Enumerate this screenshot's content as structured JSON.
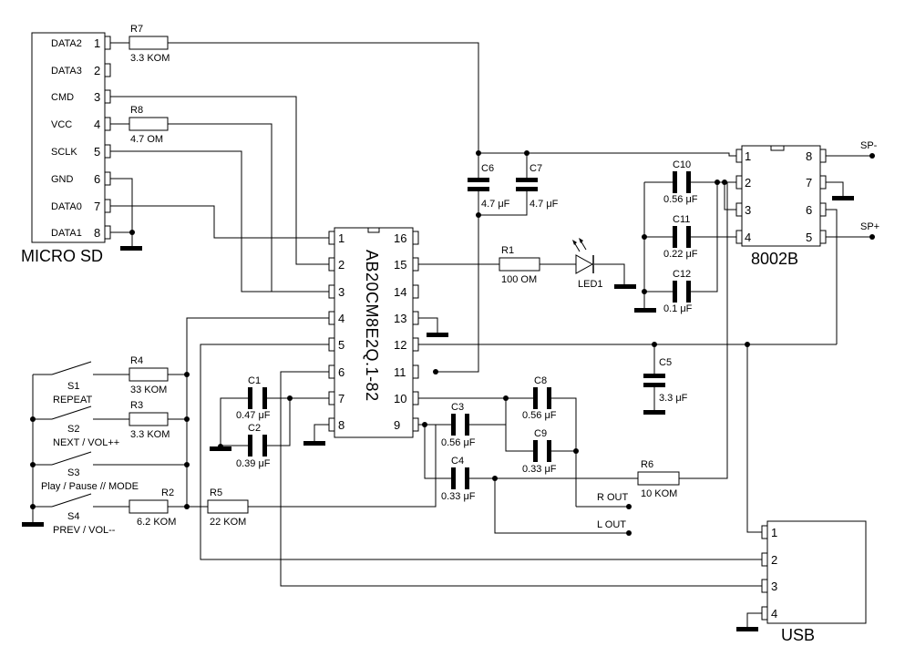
{
  "sd": {
    "title": "MICRO SD",
    "pins": [
      {
        "name": "DATA2",
        "num": "1"
      },
      {
        "name": "DATA3",
        "num": "2"
      },
      {
        "name": "CMD",
        "num": "3"
      },
      {
        "name": "VCC",
        "num": "4"
      },
      {
        "name": "SCLK",
        "num": "5"
      },
      {
        "name": "GND",
        "num": "6"
      },
      {
        "name": "DATA0",
        "num": "7"
      },
      {
        "name": "DATA1",
        "num": "8"
      }
    ]
  },
  "ic": {
    "name": "AB20CM8E2Q.1-82",
    "left_pins": [
      "1",
      "2",
      "3",
      "4",
      "5",
      "6",
      "7",
      "8"
    ],
    "right_pins": [
      "16",
      "15",
      "14",
      "13",
      "12",
      "11",
      "10",
      "9"
    ]
  },
  "amp": {
    "name": "8002B",
    "left_pins": [
      "1",
      "2",
      "3",
      "4"
    ],
    "right_pins": [
      "8",
      "7",
      "6",
      "5"
    ]
  },
  "usb": {
    "name": "USB",
    "pins": [
      "1",
      "2",
      "3",
      "4"
    ]
  },
  "resistors": [
    {
      "ref": "R7",
      "value": "3.3 KOM"
    },
    {
      "ref": "R8",
      "value": "4.7 OM"
    },
    {
      "ref": "R1",
      "value": "100 OM"
    },
    {
      "ref": "R4",
      "value": "33 KOM"
    },
    {
      "ref": "R3",
      "value": "3.3 KOM"
    },
    {
      "ref": "R2",
      "value": "6.2 KOM"
    },
    {
      "ref": "R5",
      "value": "22 KOM"
    },
    {
      "ref": "R6",
      "value": "10 KOM"
    }
  ],
  "capacitors": [
    {
      "ref": "C6",
      "value": "4.7 μF"
    },
    {
      "ref": "C7",
      "value": "4.7 μF"
    },
    {
      "ref": "C10",
      "value": "0.56 μF"
    },
    {
      "ref": "C11",
      "value": "0.22 μF"
    },
    {
      "ref": "C12",
      "value": "0.1 μF"
    },
    {
      "ref": "C1",
      "value": "0.47 μF"
    },
    {
      "ref": "C2",
      "value": "0.39 μF"
    },
    {
      "ref": "C3",
      "value": "0.56 μF"
    },
    {
      "ref": "C4",
      "value": "0.33 μF"
    },
    {
      "ref": "C8",
      "value": "0.56 μF"
    },
    {
      "ref": "C9",
      "value": "0.33 μF"
    },
    {
      "ref": "C5",
      "value": "3.3 μF"
    }
  ],
  "led": {
    "ref": "LED1"
  },
  "switches": [
    {
      "ref": "S1",
      "label": "REPEAT"
    },
    {
      "ref": "S2",
      "label": "NEXT / VOL++"
    },
    {
      "ref": "S3",
      "label": "Play / Pause // MODE"
    },
    {
      "ref": "S4",
      "label": "PREV / VOL--"
    }
  ],
  "outputs": {
    "r_out": "R OUT",
    "l_out": "L OUT"
  },
  "speaker": {
    "minus": "SP-",
    "plus": "SP+"
  }
}
